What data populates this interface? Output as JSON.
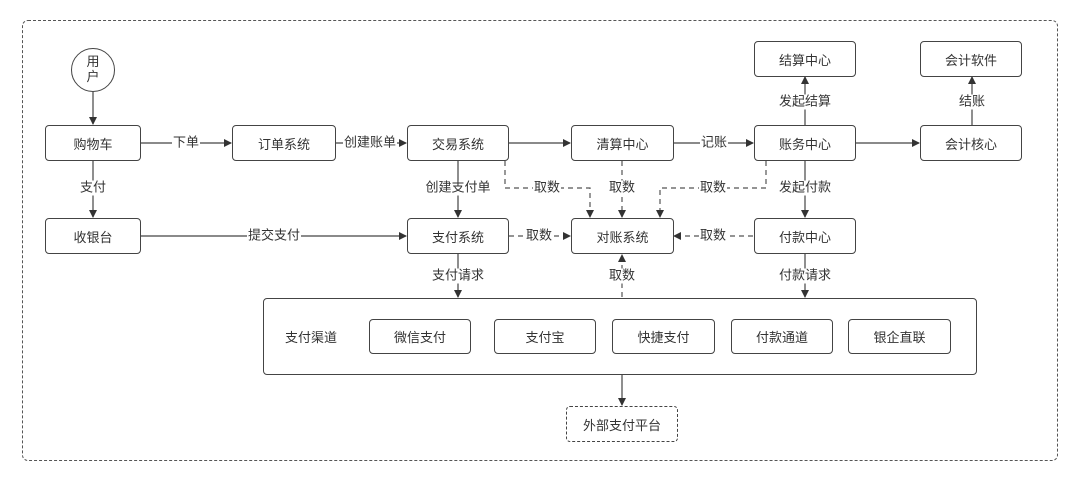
{
  "nodes": {
    "user": "用户",
    "cart": "购物车",
    "order_system": "订单系统",
    "trade_system": "交易系统",
    "clearing_center": "清算中心",
    "ledger_center": "账务中心",
    "accounting_core": "会计核心",
    "settlement_center": "结算中心",
    "accounting_software": "会计软件",
    "cashier": "收银台",
    "payment_system": "支付系统",
    "reconciliation_system": "对账系统",
    "payout_center": "付款中心",
    "external_platform": "外部支付平台"
  },
  "channels": {
    "title": "支付渠道",
    "items": [
      "微信支付",
      "支付宝",
      "快捷支付",
      "付款通道",
      "银企直联"
    ]
  },
  "edge_labels": {
    "place_order": "下单",
    "create_bill": "创建账单",
    "bookkeeping": "记账",
    "pay": "支付",
    "create_payment_order": "创建支付单",
    "fetch": "取数",
    "initiate_payout": "发起付款",
    "initiate_settlement": "发起结算",
    "settle_account": "结账",
    "submit_payment": "提交支付",
    "payment_request": "支付请求",
    "payout_request": "付款请求"
  }
}
